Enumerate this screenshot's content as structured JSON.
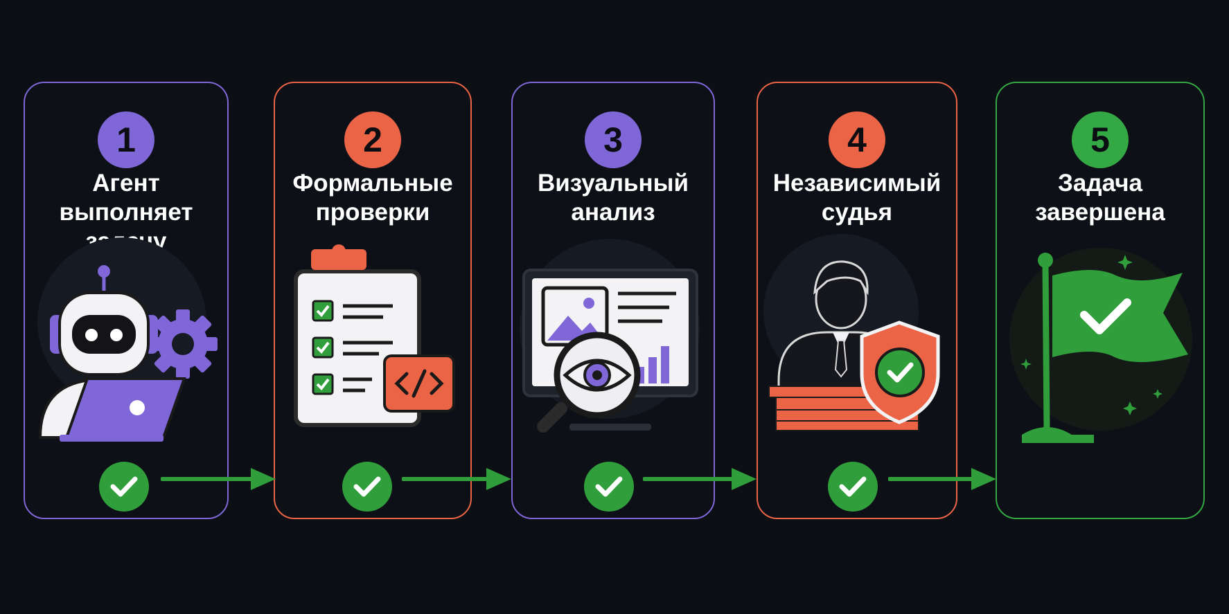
{
  "colors": {
    "background": "#0c0f14",
    "purple": "#7f67d8",
    "orange": "#ec6446",
    "green": "#34a844",
    "check_green": "#2f9e3b",
    "arrow_green": "#2f9e3b"
  },
  "steps": [
    {
      "number": "1",
      "title_lines": [
        "Агент",
        "выполняет",
        "задачу"
      ],
      "accent": "purple",
      "icon": "robot-with-laptop-icon"
    },
    {
      "number": "2",
      "title_lines": [
        "Формальные",
        "проверки"
      ],
      "accent": "orange",
      "icon": "checklist-clipboard-icon"
    },
    {
      "number": "3",
      "title_lines": [
        "Визуальный",
        "анализ"
      ],
      "accent": "purple",
      "icon": "monitor-magnifier-eye-icon"
    },
    {
      "number": "4",
      "title_lines": [
        "Независимый",
        "судья"
      ],
      "accent": "orange",
      "icon": "judge-shield-icon"
    },
    {
      "number": "5",
      "title_lines": [
        "Задача",
        "завершена"
      ],
      "accent": "green",
      "icon": "green-flag-icon"
    }
  ],
  "checkmarks": [
    "check-icon",
    "check-icon",
    "check-icon",
    "check-icon"
  ],
  "arrows": [
    "arrow-right-icon",
    "arrow-right-icon",
    "arrow-right-icon",
    "arrow-right-icon"
  ]
}
